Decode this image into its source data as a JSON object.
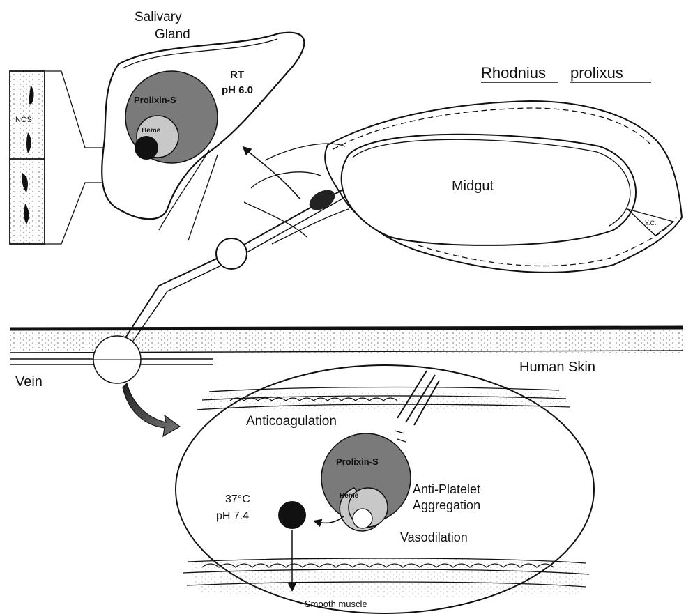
{
  "title": {
    "genus": "Rhodnius",
    "species": "prolixus"
  },
  "labels": {
    "salivary_gland": [
      "Salivary",
      "Gland"
    ],
    "rt_line1": "RT",
    "rt_line2": "pH 6.0",
    "nos": "NOS",
    "midgut": "Midgut",
    "yc": "Y.C.",
    "human_skin": "Human Skin",
    "vein": "Vein",
    "anticoagulation": "Anticoagulation",
    "temp_line1": "37°C",
    "temp_line2": "pH 7.4",
    "anti_platelet_line1": "Anti-Platelet",
    "anti_platelet_line2": "Aggregation",
    "vasodilation": "Vasodilation",
    "smooth_muscle": "Smooth muscle"
  },
  "protein": {
    "name": "Prolixin-S",
    "heme": "Heme"
  },
  "colors": {
    "protein_fill": "#7a7a7a",
    "heme_fill": "#c8c8c8",
    "no_fill": "#111111",
    "stipple": "#888888"
  }
}
